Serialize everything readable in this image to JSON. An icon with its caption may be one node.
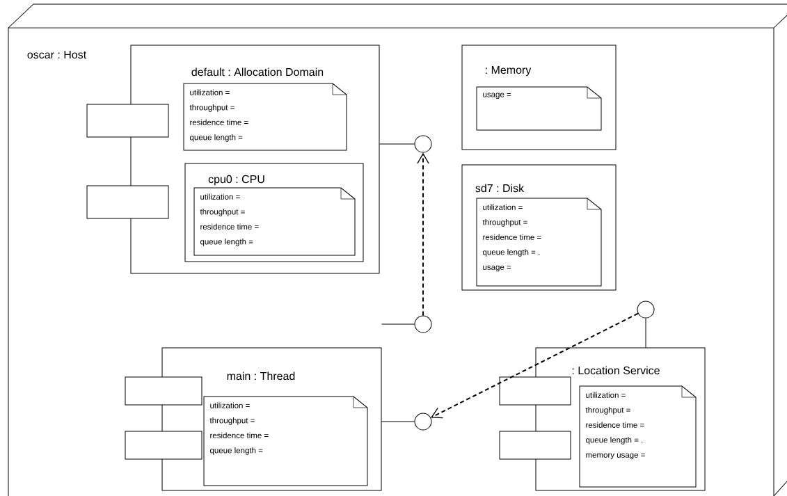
{
  "diagram": {
    "nodes": [
      {
        "text": [
          "oscar : Host"
        ]
      },
      {
        "text": [
          "default : Allocation Domain"
        ],
        "in": 0
      },
      {
        "text": [
          "utilization =",
          "throughput =",
          "residence time =",
          "queue length ="
        ],
        "in": 1
      },
      {
        "text": [
          "cpu0 : CPU"
        ],
        "in": 1
      },
      {
        "text": [
          "utilization =",
          "throughput =",
          "residence time =",
          "queue length ="
        ],
        "in": 3
      },
      {
        "text": [
          ": Memory"
        ],
        "in": 0
      },
      {
        "text": [
          "usage ="
        ],
        "in": 5
      },
      {
        "text": [
          "sd7 : Disk"
        ],
        "in": 0
      },
      {
        "text": [
          "utilization =",
          "throughput =",
          "residence time =",
          "queue length = .",
          "usage ="
        ],
        "in": 7
      },
      {
        "text": [
          "main : Thread"
        ],
        "in": 0
      },
      {
        "text": [
          "utilization =",
          "throughput =",
          "residence time =",
          "queue length ="
        ],
        "in": 9
      },
      {
        "text": [
          ": Location Service"
        ],
        "in": 0
      },
      {
        "text": [
          "utilization =",
          "throughput =",
          "residence time =",
          "queue length = .",
          "memory usage ="
        ],
        "in": 11
      },
      {
        "text": [],
        "shape": "circle",
        "in": 0
      },
      {
        "text": [],
        "shape": "circle",
        "in": 0
      },
      {
        "text": [],
        "shape": "circle",
        "in": 0
      },
      {
        "text": [],
        "shape": "circle",
        "in": 0
      }
    ],
    "edges": [
      {
        "from": 1,
        "to": 13,
        "arrow": "none"
      },
      {
        "from": 9,
        "to": 14,
        "arrow": "none"
      },
      {
        "from": 9,
        "to": 15,
        "arrow": "none"
      },
      {
        "from": 11,
        "to": 16,
        "arrow": "none"
      },
      {
        "from": 14,
        "to": 13,
        "arrow": "to",
        "style": "dashed"
      },
      {
        "from": 16,
        "to": 15,
        "arrow": "to",
        "style": "dashed"
      }
    ]
  }
}
